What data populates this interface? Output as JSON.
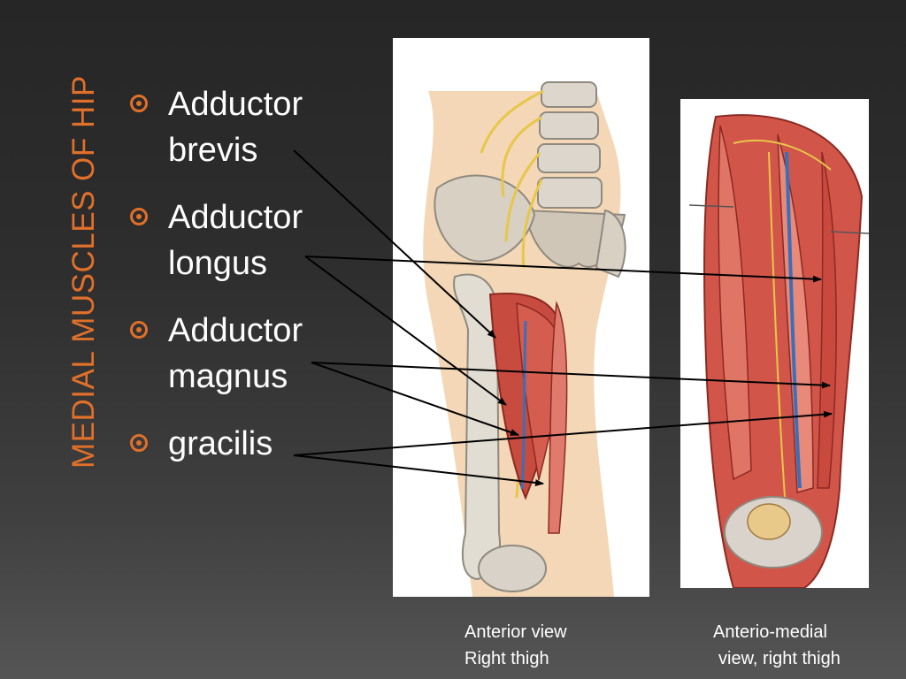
{
  "slide": {
    "title": "MEDIAL MUSCLES OF HIP",
    "colors": {
      "accent": "#e0702a",
      "text": "#ffffff",
      "background_top": "#262626",
      "background_bottom": "#555555",
      "arrow": "#000000"
    }
  },
  "bullets": [
    {
      "line1": "Adductor",
      "line2": "brevis"
    },
    {
      "line1": "Adductor",
      "line2": "longus"
    },
    {
      "line1": "Adductor",
      "line2": "magnus"
    },
    {
      "line1": "gracilis",
      "line2": ""
    }
  ],
  "figures": [
    {
      "caption_line1": "Anterior view",
      "caption_line2": "Right thigh"
    },
    {
      "caption_line1": "Anterio-medial",
      "caption_line2": "view, right thigh"
    }
  ]
}
